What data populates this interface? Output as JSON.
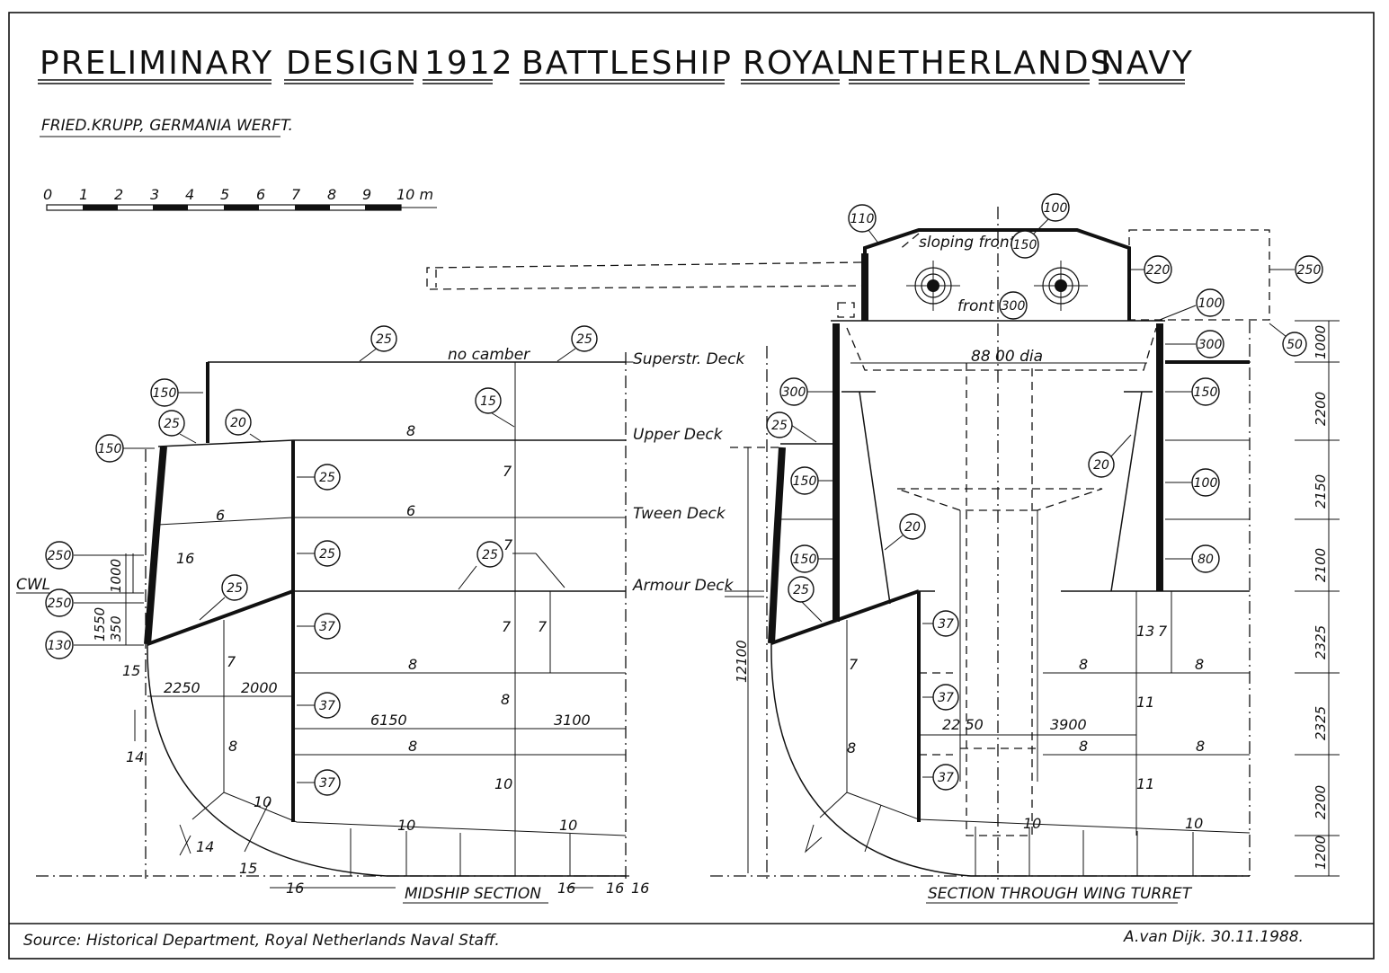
{
  "title": {
    "words": [
      "PRELIMINARY",
      "DESIGN",
      "1912",
      "BATTLESHIP",
      "ROYAL",
      "NETHERLANDS",
      "NAVY"
    ]
  },
  "builder": "FRIED.KRUPP, GERMANIA WERFT.",
  "scale": {
    "ticks": [
      "0",
      "1",
      "2",
      "3",
      "4",
      "5",
      "6",
      "7",
      "8",
      "9",
      "10 m"
    ]
  },
  "midship": {
    "caption": "MIDSHIP SECTION",
    "decks": [
      "Superstr. Deck",
      "Upper Deck",
      "Tween Deck",
      "Armour Deck"
    ],
    "cwl": "CWL",
    "no_camber": "no camber",
    "callouts": [
      "25",
      "25",
      "150",
      "25",
      "20",
      "150",
      "15",
      "25",
      "25",
      "25",
      "250",
      "250",
      "25",
      "130",
      "37",
      "37",
      "37"
    ],
    "plate_numbers": [
      "8",
      "7",
      "6",
      "6",
      "7",
      "16",
      "7",
      "7",
      "7",
      "8",
      "8",
      "8",
      "8",
      "10",
      "10",
      "10",
      "10",
      "15",
      "14",
      "14",
      "15",
      "16",
      "16",
      "16",
      "16"
    ],
    "dimensions": [
      "1000",
      "1550",
      "350",
      "2250",
      "2000",
      "6150",
      "3100"
    ]
  },
  "turret": {
    "caption": "SECTION THROUGH WING TURRET",
    "sloping_front": "sloping front",
    "front": "front",
    "diameter": "88 00 dia",
    "callouts": [
      "110",
      "100",
      "150",
      "220",
      "250",
      "300",
      "100",
      "50",
      "300",
      "300",
      "150",
      "25",
      "150",
      "20",
      "20",
      "100",
      "150",
      "80",
      "25",
      "37",
      "37",
      "37"
    ],
    "plate_numbers": [
      "7",
      "8",
      "8",
      "8",
      "8",
      "8",
      "13",
      "7",
      "11",
      "11",
      "10",
      "10"
    ],
    "dimensions": [
      "12100",
      "22 50",
      "3900"
    ],
    "right_dims": [
      "1000",
      "2200",
      "2150",
      "2100",
      "2325",
      "2325",
      "2200",
      "1200"
    ]
  },
  "source": "Source: Historical Department, Royal Netherlands Naval Staff.",
  "author": "A.van Dijk. 30.11.1988."
}
